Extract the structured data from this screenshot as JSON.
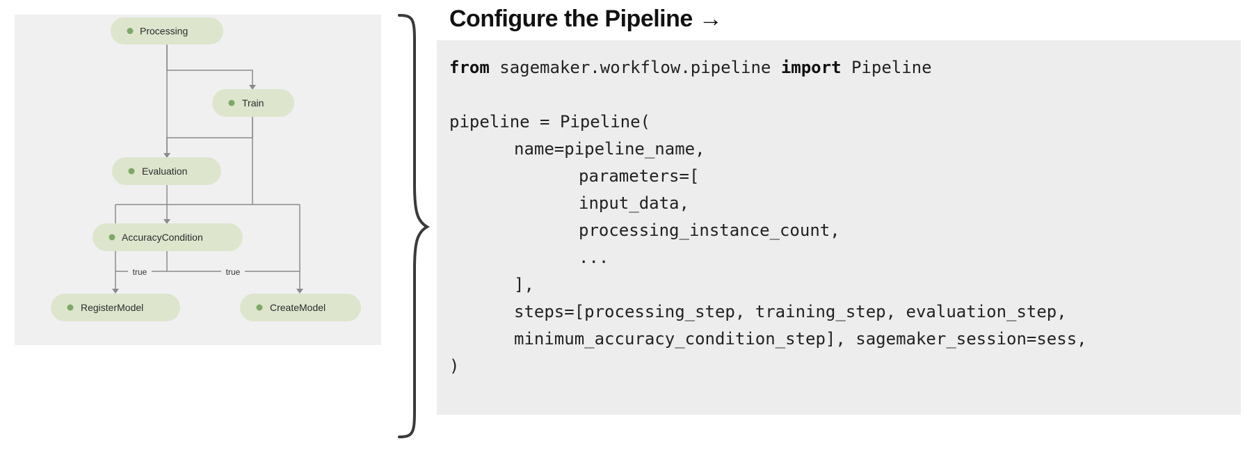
{
  "title": "Configure the Pipeline →",
  "dag": {
    "nodes": {
      "processing": "Processing",
      "train": "Train",
      "evaluation": "Evaluation",
      "accuracy_condition": "AccuracyCondition",
      "register_model": "RegisterModel",
      "create_model": "CreateModel"
    },
    "edge_labels": {
      "true_register": "true",
      "true_create": "true"
    },
    "colors": {
      "node_fill": "#dde6cd",
      "status_dot": "#7ea868",
      "edge": "#8a8a8a"
    }
  },
  "code": {
    "l1_kw_from": "from",
    "l1_module": " sagemaker.workflow.pipeline ",
    "l1_kw_import": "import",
    "l1_name": " Pipeline",
    "l3": "pipeline = Pipeline(",
    "l4": "name=pipeline_name,",
    "l5": "parameters=[",
    "l6": "input_data,",
    "l7": "processing_instance_count,",
    "l8": "...",
    "l9": "],",
    "l10": "steps=[processing_step, training_step, evaluation_step,",
    "l11": "minimum_accuracy_condition_step], sagemaker_session=sess,",
    "l12": ")"
  }
}
